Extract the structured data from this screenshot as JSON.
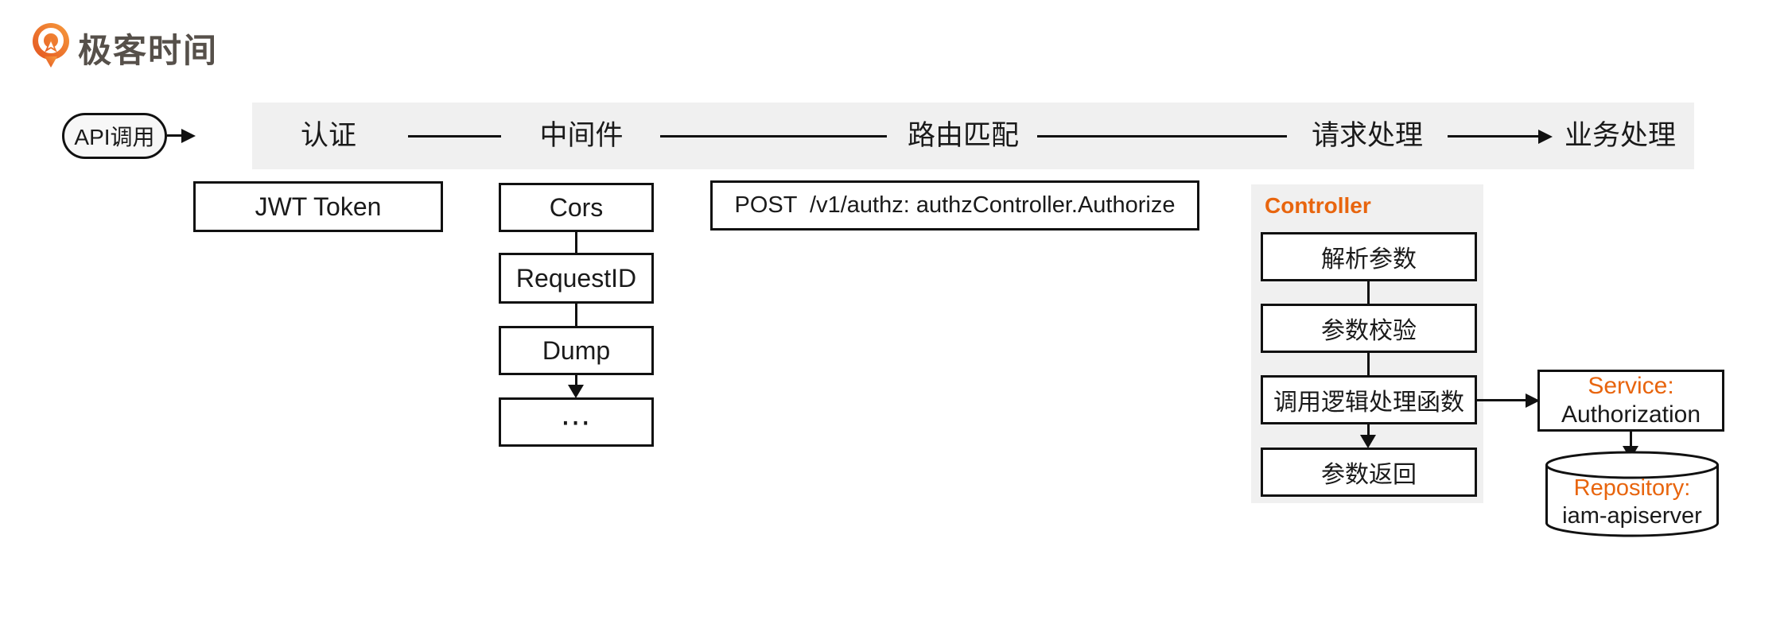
{
  "brand": {
    "name": "极客时间"
  },
  "flow": {
    "start": "API调用"
  },
  "pipeline": {
    "stages": [
      "认证",
      "中间件",
      "路由匹配",
      "请求处理",
      "业务处理"
    ]
  },
  "authentication": {
    "box": "JWT Token"
  },
  "middleware": {
    "steps": [
      "Cors",
      "RequestID",
      "Dump",
      "⋯"
    ]
  },
  "route": {
    "box": "POST  /v1/authz: authzController.Authorize"
  },
  "controller": {
    "title": "Controller",
    "steps": [
      "解析参数",
      "参数校验",
      "调用逻辑处理函数",
      "参数返回"
    ]
  },
  "service": {
    "title": "Service:",
    "name": "Authorization"
  },
  "repository": {
    "title": "Repository:",
    "name": "iam-apiserver"
  },
  "colors": {
    "accent_orange": "#e8650e",
    "panel_gray": "#f0f0f0",
    "line_black": "#111111",
    "logo_text_gray": "#56504a"
  }
}
